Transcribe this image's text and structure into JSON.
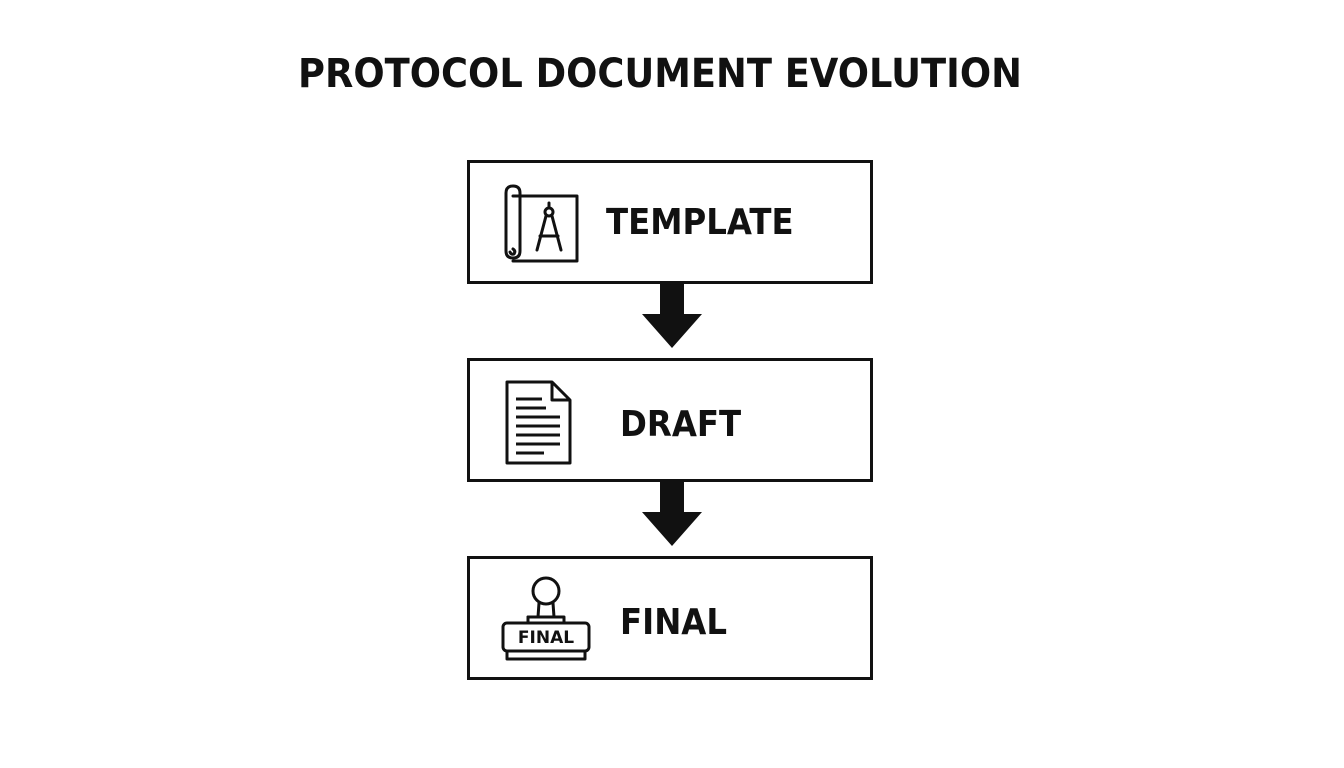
{
  "title": "PROTOCOL DOCUMENT EVOLUTION",
  "stages": [
    {
      "label": "TEMPLATE",
      "icon": "blueprint-compass-icon"
    },
    {
      "label": "DRAFT",
      "icon": "document-icon"
    },
    {
      "label": "FINAL",
      "icon": "stamp-icon",
      "stamp_text": "FINAL"
    }
  ],
  "colors": {
    "ink": "#111111",
    "background": "#ffffff"
  }
}
